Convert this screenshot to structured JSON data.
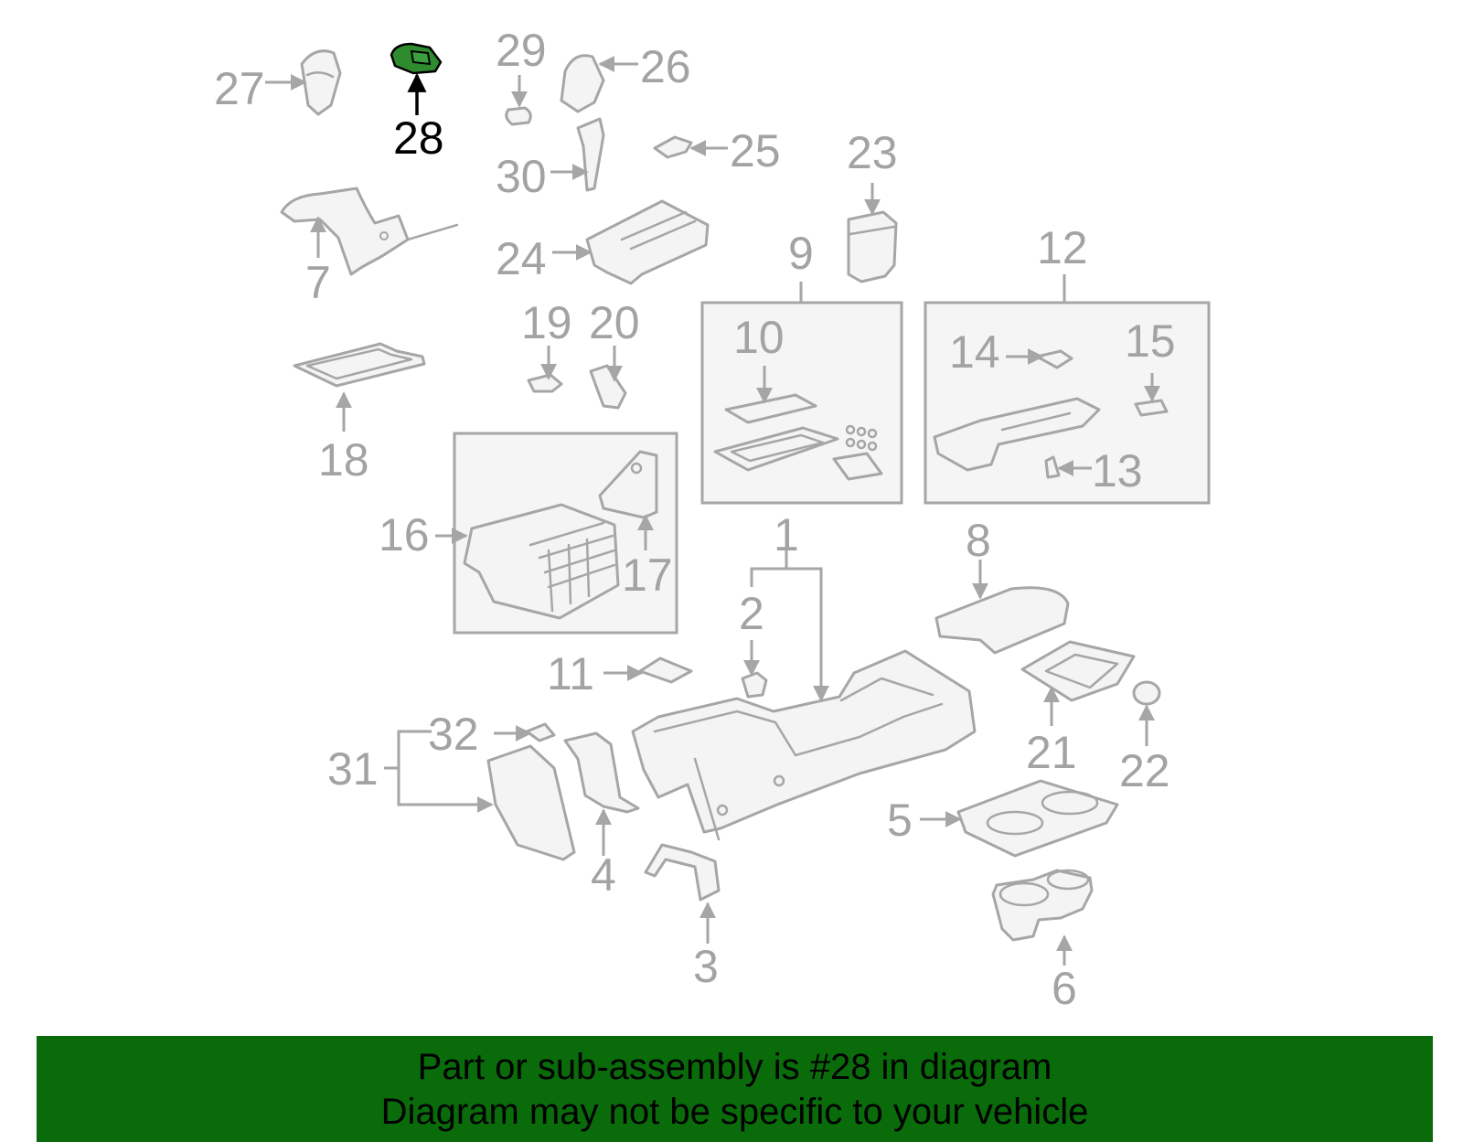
{
  "diagram": {
    "highlight_color": "#2e8b2e",
    "callouts": [
      "1",
      "2",
      "3",
      "4",
      "5",
      "6",
      "7",
      "8",
      "9",
      "10",
      "11",
      "12",
      "13",
      "14",
      "15",
      "16",
      "17",
      "18",
      "19",
      "20",
      "21",
      "22",
      "23",
      "24",
      "25",
      "26",
      "27",
      "28",
      "29",
      "30",
      "31",
      "32"
    ],
    "highlighted_callout": "28"
  },
  "banner": {
    "line1": "Part or sub-assembly is #28 in diagram",
    "line2": "Diagram may not be specific to your vehicle",
    "background": "#0a6b0a"
  }
}
